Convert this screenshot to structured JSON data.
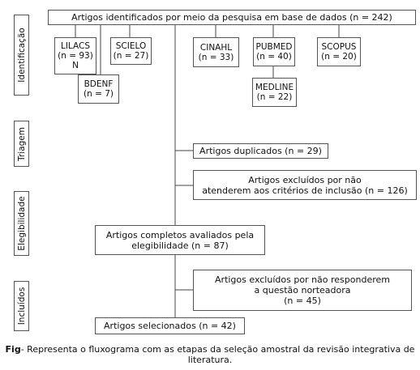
{
  "stages": {
    "identificacao": "Identificação",
    "triagem": "Triagem",
    "elegibilidade": "Elegibilidade",
    "incluidos": "Incluídos"
  },
  "top_box": "Artigos identificados por meio da pesquisa em base de dados (n = 242)",
  "databases": {
    "lilacs": [
      "LILACS",
      "(n = 93)",
      "N"
    ],
    "scielo": [
      "SCIELO",
      "(n = 27)"
    ],
    "bdenf": [
      "BDENF",
      "(n = 7)"
    ],
    "cinahl": [
      "CINAHL",
      "(n = 33)"
    ],
    "pubmed": [
      "PUBMED",
      "(n = 40)"
    ],
    "medline": [
      "MEDLINE",
      "(n = 22)"
    ],
    "scopus": [
      "SCOPUS",
      "(n = 20)"
    ]
  },
  "duplicates": "Artigos duplicados (n = 29)",
  "excluded_criteria": [
    "Artigos excluídos por não",
    "atenderem aos critérios de inclusão (n = 126)"
  ],
  "eligible": [
    "Artigos completos avaliados pela",
    "elegibilidade (n = 87)"
  ],
  "excluded_question": [
    "Artigos excluídos por não responderem",
    "a questão norteadora",
    "(n = 45)"
  ],
  "selected": "Artigos selecionados (n = 42)",
  "caption": {
    "lead": "Fig",
    "text": "- Representa o fluxograma com as etapas da seleção amostral da revisão integrativa de literatura."
  }
}
